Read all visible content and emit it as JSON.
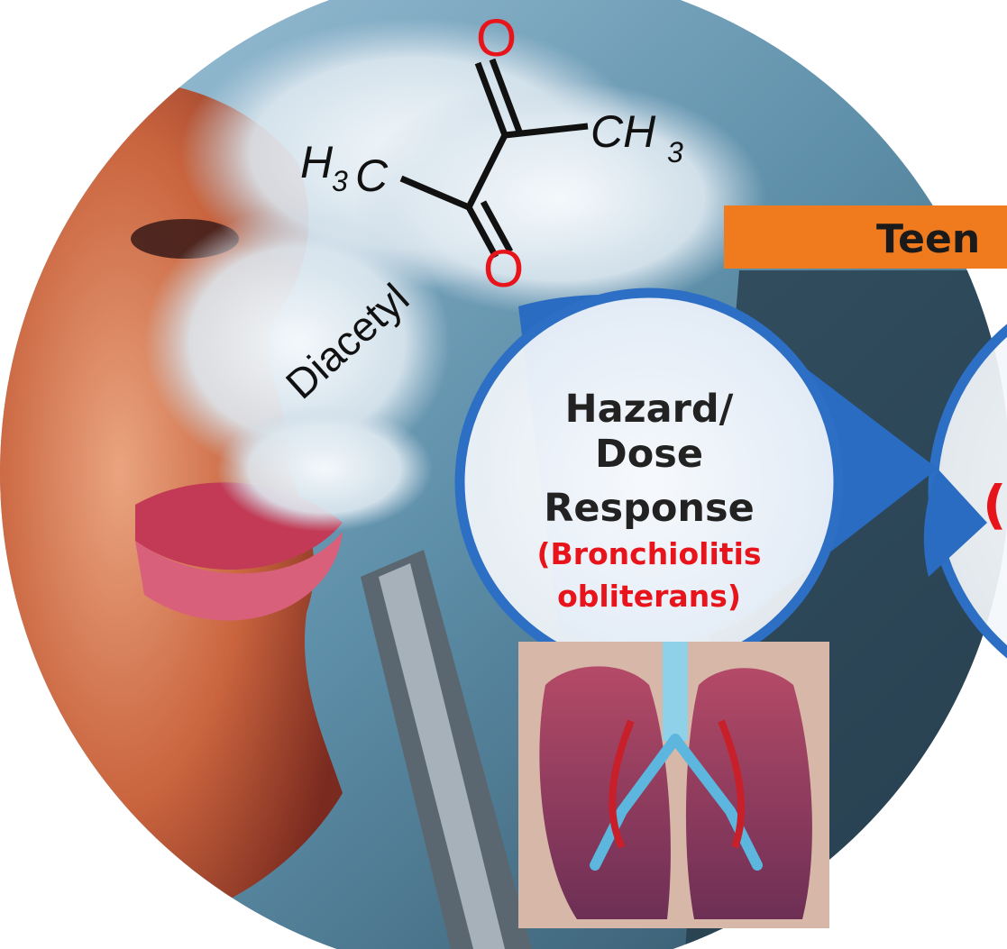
{
  "molecule": {
    "name": "Diacetyl",
    "oxygen_top": "O",
    "oxygen_bottom": "O",
    "methyl_right": "CH",
    "methyl_right_sub": "3",
    "methyl_left_h": "H",
    "methyl_left_sub": "3",
    "methyl_left_c": "C"
  },
  "banner": {
    "label": "Teen"
  },
  "step1": {
    "line1": "Hazard/",
    "line2": "Dose",
    "line3": "Response",
    "detail1": "(Bronchiolitis",
    "detail2": "obliterans)"
  },
  "colors": {
    "oxygen": "#e8141b",
    "banner": "#f07a1e",
    "circle_border": "#2d6fc4",
    "arrow": "#2a6cc2",
    "detail_text": "#e8141b",
    "step_text": "#222222"
  }
}
